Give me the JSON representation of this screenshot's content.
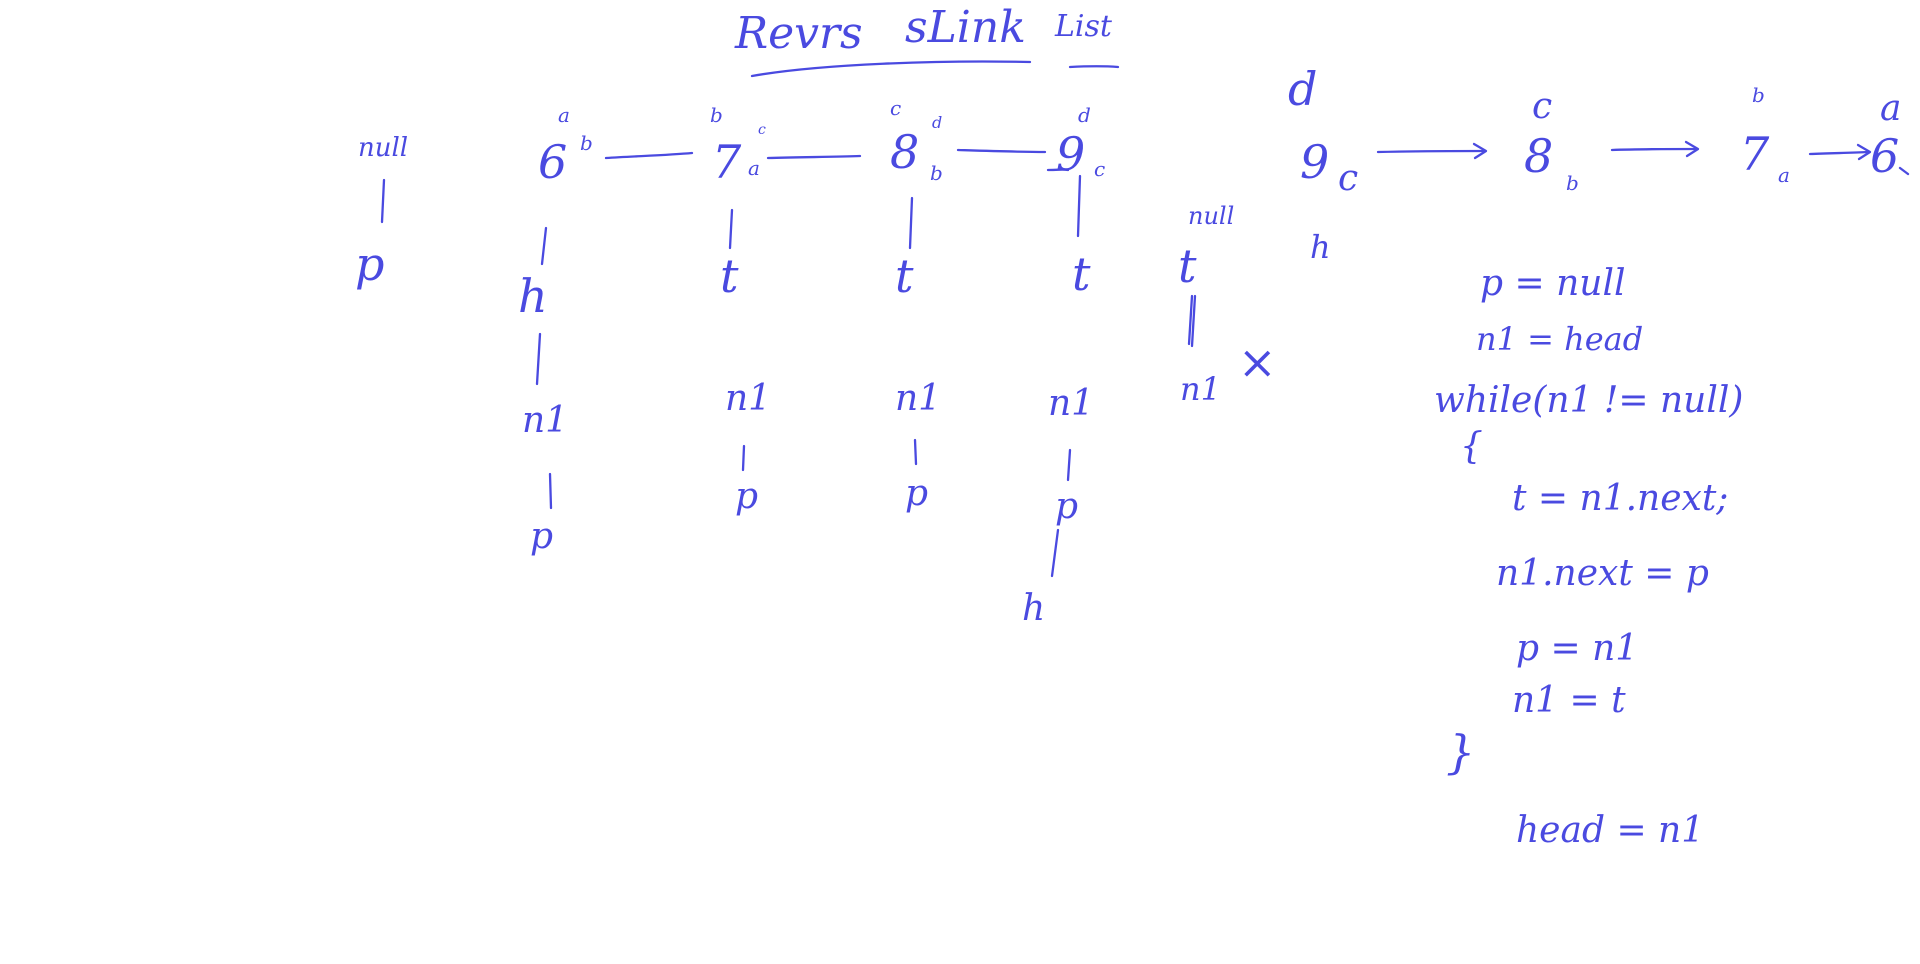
{
  "board": {
    "background": "#ffffff",
    "ink_color": "#4a4ae0"
  },
  "title": {
    "word1": "Revrs",
    "word2": "sLink",
    "word3": "List"
  },
  "original_list": {
    "null_label": "null",
    "p_label": "p",
    "nodes": [
      {
        "value": "6",
        "name": "a",
        "link": "b"
      },
      {
        "value": "7",
        "name": "b",
        "link": "c",
        "link_after": "a"
      },
      {
        "value": "8",
        "name": "c",
        "link": "d",
        "link_after": "b"
      },
      {
        "value": "9",
        "name": "d",
        "link_after": "c"
      }
    ],
    "col1": [
      "h",
      "n1",
      "p"
    ],
    "col2": [
      "t",
      "n1",
      "p"
    ],
    "col3": [
      "t",
      "n1",
      "p"
    ],
    "col4": [
      "t",
      "n1",
      "p",
      "h"
    ]
  },
  "end_state": {
    "null_label": "null",
    "t_label": "t",
    "n1_label": "n1",
    "cross": "×"
  },
  "reversed_list": {
    "head_label": "h",
    "nodes": [
      {
        "value": "9",
        "name": "d",
        "link": "c"
      },
      {
        "value": "8",
        "name": "c",
        "link": "b"
      },
      {
        "value": "7",
        "name": "b",
        "link": "a"
      },
      {
        "value": "6",
        "name": "a",
        "link": ""
      }
    ]
  },
  "code": {
    "lines": [
      "p = null",
      "n1 = head",
      "while(n1 != null)",
      "{",
      "t = n1.next;",
      "n1.next = p",
      "p = n1",
      "n1 = t",
      "}",
      "head = n1"
    ]
  }
}
